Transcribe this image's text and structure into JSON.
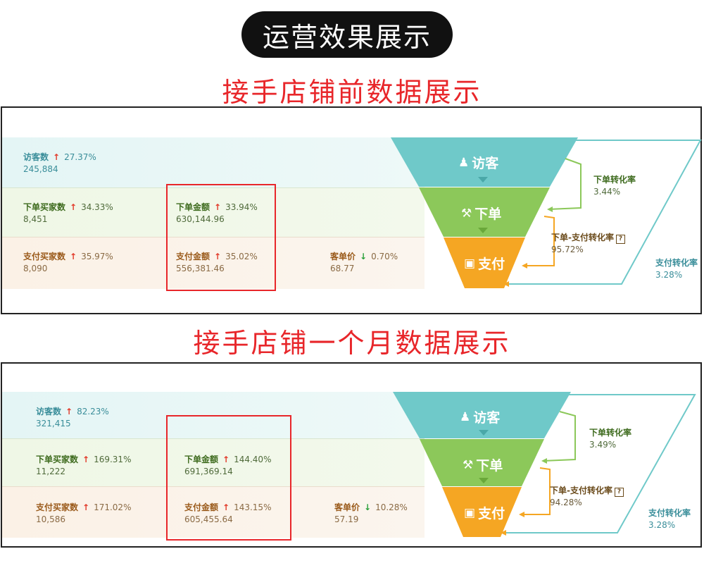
{
  "header": {
    "title": "运营效果展示"
  },
  "sections": [
    {
      "title": "接手店铺前数据展示",
      "visitors": {
        "label": "访客数",
        "change": "27.37%",
        "value": "245,884"
      },
      "order_buyers": {
        "label": "下单买家数",
        "change": "34.33%",
        "value": "8,451"
      },
      "order_amount": {
        "label": "下单金额",
        "change": "33.94%",
        "value": "630,144.96"
      },
      "pay_buyers": {
        "label": "支付买家数",
        "change": "35.97%",
        "value": "8,090"
      },
      "pay_amount": {
        "label": "支付金额",
        "change": "35.02%",
        "value": "556,381.46"
      },
      "unit_price": {
        "label": "客单价",
        "change": "0.70%",
        "value": "68.77"
      },
      "funnel": {
        "visit": "访客",
        "order": "下单",
        "pay": "支付"
      },
      "rates": {
        "order": {
          "label": "下单转化率",
          "value": "3.44%"
        },
        "order_to_pay": {
          "label": "下单-支付转化率",
          "value": "95.72%"
        },
        "pay": {
          "label": "支付转化率",
          "value": "3.28%"
        }
      }
    },
    {
      "title": "接手店铺一个月数据展示",
      "visitors": {
        "label": "访客数",
        "change": "82.23%",
        "value": "321,415"
      },
      "order_buyers": {
        "label": "下单买家数",
        "change": "169.31%",
        "value": "11,222"
      },
      "order_amount": {
        "label": "下单金额",
        "change": "144.40%",
        "value": "691,369.14"
      },
      "pay_buyers": {
        "label": "支付买家数",
        "change": "171.02%",
        "value": "10,586"
      },
      "pay_amount": {
        "label": "支付金额",
        "change": "143.15%",
        "value": "605,455.64"
      },
      "unit_price": {
        "label": "客单价",
        "change": "10.28%",
        "value": "57.19"
      },
      "funnel": {
        "visit": "访客",
        "order": "下单",
        "pay": "支付"
      },
      "rates": {
        "order": {
          "label": "下单转化率",
          "value": "3.49%"
        },
        "order_to_pay": {
          "label": "下单-支付转化率",
          "value": "94.28%"
        },
        "pay": {
          "label": "支付转化率",
          "value": "3.28%"
        }
      }
    }
  ],
  "icons": {
    "up": "arrow-up-icon",
    "down": "arrow-down-icon",
    "user": "user-icon",
    "order": "gavel-icon",
    "pay": "wallet-icon",
    "help": "question-icon"
  },
  "colors": {
    "accent_red": "#e8262a",
    "funnel_visit": "#6fc9c9",
    "funnel_order": "#8cc85a",
    "funnel_pay": "#f5a623",
    "up": "#e23a2a",
    "down": "#2aa03a"
  }
}
